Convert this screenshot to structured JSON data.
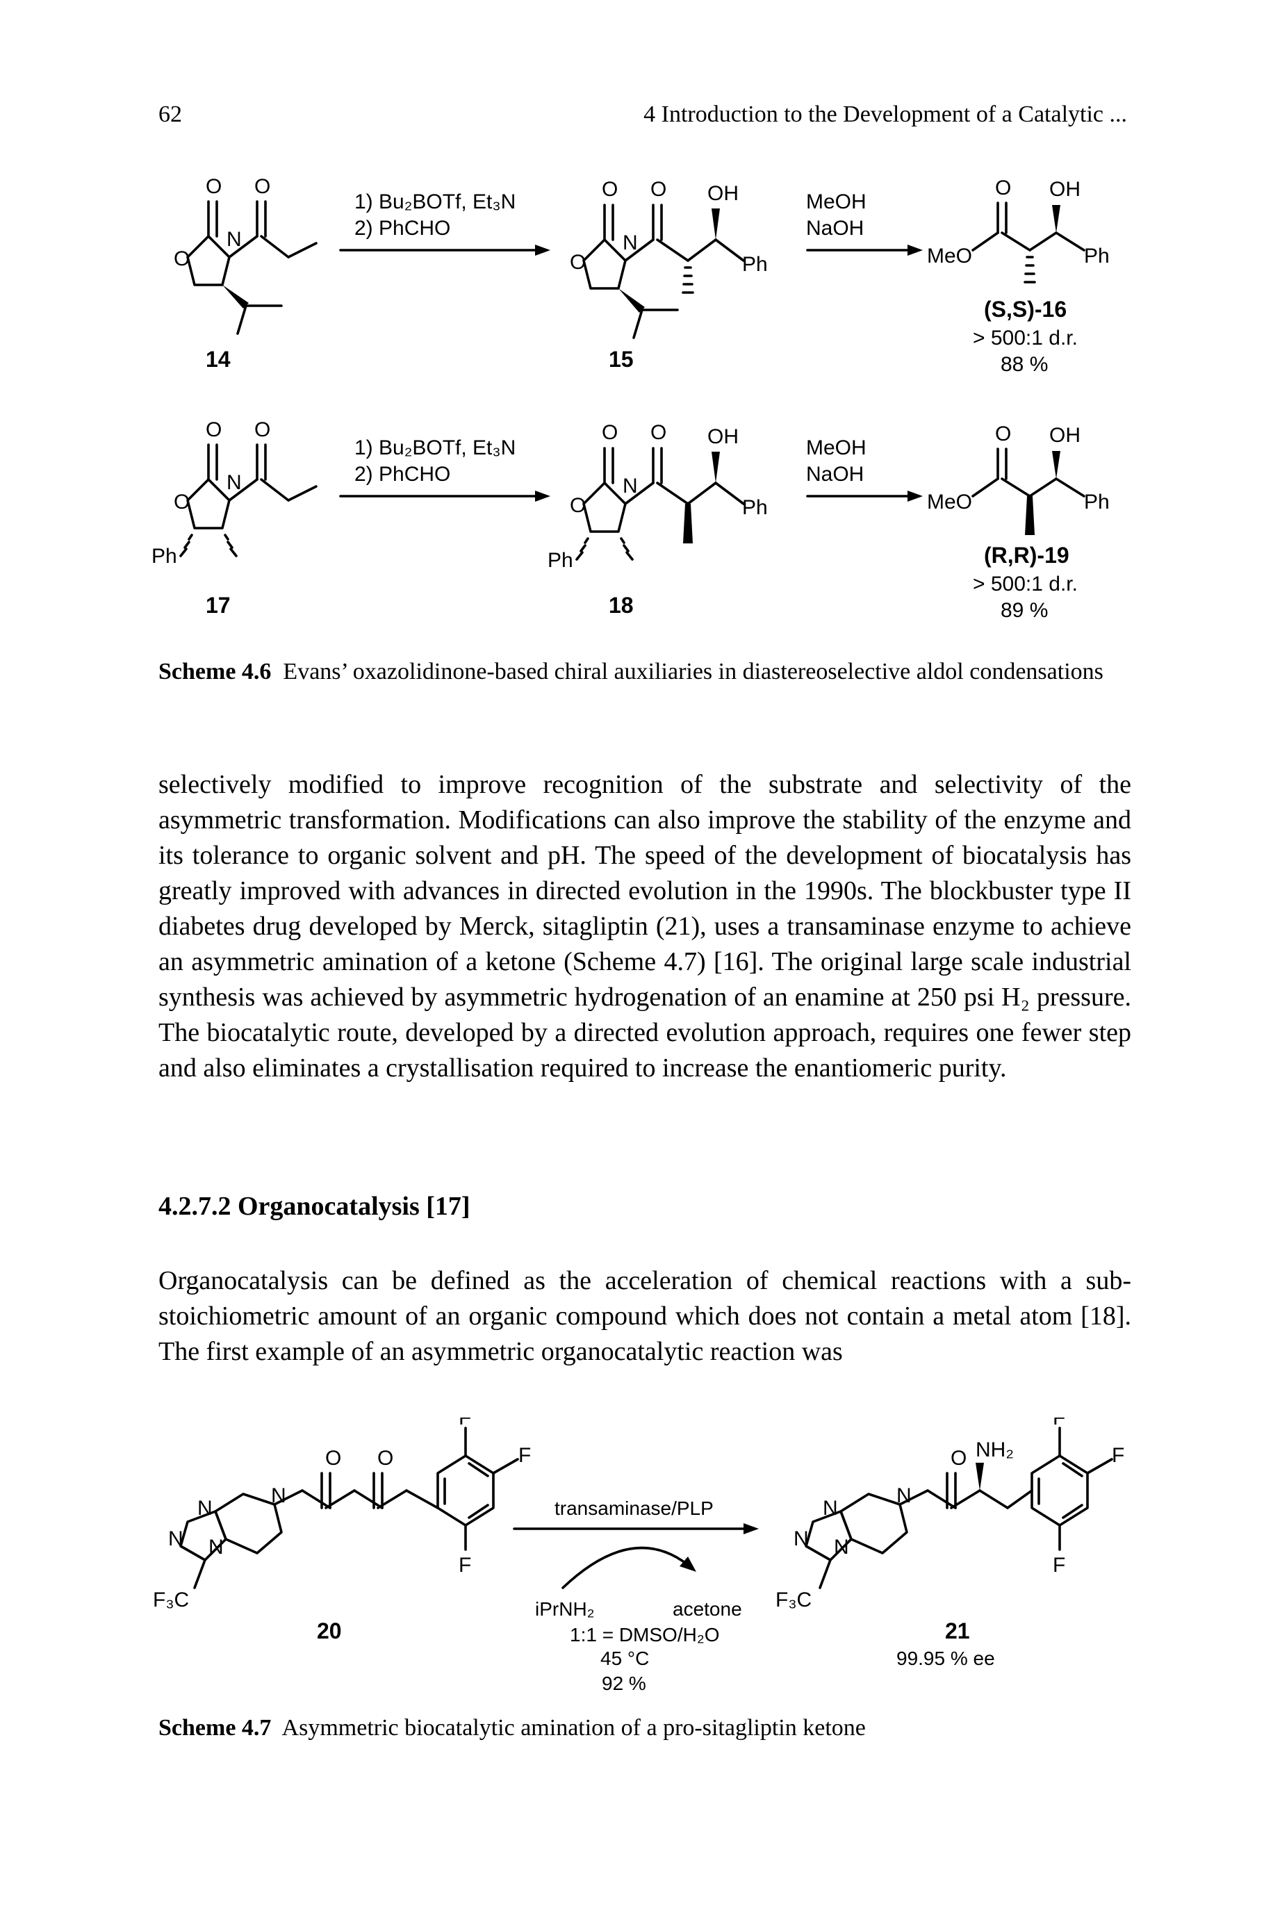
{
  "running_head": {
    "page_number": "62",
    "title": "4 Introduction to the Development of a Catalytic ..."
  },
  "scheme_4_6": {
    "row1": {
      "reagents_line1": "1) Bu₂BOTf, Et₃N",
      "reagents_line2": "2) PhCHO",
      "hydrolysis_line1": "MeOH",
      "hydrolysis_line2": "NaOH",
      "compound_start": "14",
      "compound_intermediate": "15",
      "product_name": "(S,S)-16",
      "product_dr": "> 500:1 d.r.",
      "product_yield": "88 %"
    },
    "row2": {
      "reagents_line1": "1) Bu₂BOTf, Et₃N",
      "reagents_line2": "2) PhCHO",
      "hydrolysis_line1": "MeOH",
      "hydrolysis_line2": "NaOH",
      "compound_start": "17",
      "compound_intermediate": "18",
      "product_name": "(R,R)-19",
      "product_dr": "> 500:1 d.r.",
      "product_yield": "89 %"
    },
    "atoms": {
      "O": "O",
      "N": "N",
      "OH": "OH",
      "Ph": "Ph",
      "MeO": "MeO"
    },
    "caption_label": "Scheme 4.6",
    "caption_text": "Evans’ oxazolidinone-based chiral auxiliaries in diastereoselective aldol condensations"
  },
  "body": {
    "paragraph1": "selectively modified to improve recognition of the substrate and selectivity of the asymmetric transformation. Modifications can also improve the stability of the enzyme and its tolerance to organic solvent and pH. The speed of the development of biocatalysis has greatly improved with advances in directed evolution in the 1990s. The blockbuster type II diabetes drug developed by Merck, sitagliptin (21), uses a transaminase enzyme to achieve an asymmetric amination of a ketone (Scheme 4.7) [16]. The original large scale industrial synthesis was achieved by asymmetric hydrogenation of an enamine at 250 psi H₂ pressure. The biocatalytic route, developed by a directed evolution approach, requires one fewer step and also eliminates a crystallisation required to increase the enantiomeric purity.",
    "section_heading": "4.2.7.2 Organocatalysis [17]",
    "paragraph2": "Organocatalysis can be defined as the acceleration of chemical reactions with a sub-stoichiometric amount of an organic compound which does not contain a metal atom [18]. The first example of an asymmetric organocatalytic reaction was"
  },
  "scheme_4_7": {
    "enzyme": "transaminasePLP",
    "enzyme_display": "transaminase/PLP",
    "donor": "iPrNH₂",
    "byproduct": "acetone",
    "solvent": "1:1 = DMSO/H₂O",
    "temperature": "45 °C",
    "yield": "92 %",
    "compound_start": "20",
    "compound_product": "21",
    "product_ee": "99.95 % ee",
    "atoms": {
      "F": "F",
      "N": "N",
      "O": "O",
      "NH2": "NH₂",
      "F3C": "F₃C"
    },
    "caption_label": "Scheme 4.7",
    "caption_text": "Asymmetric biocatalytic amination of a pro-sitagliptin ketone"
  }
}
